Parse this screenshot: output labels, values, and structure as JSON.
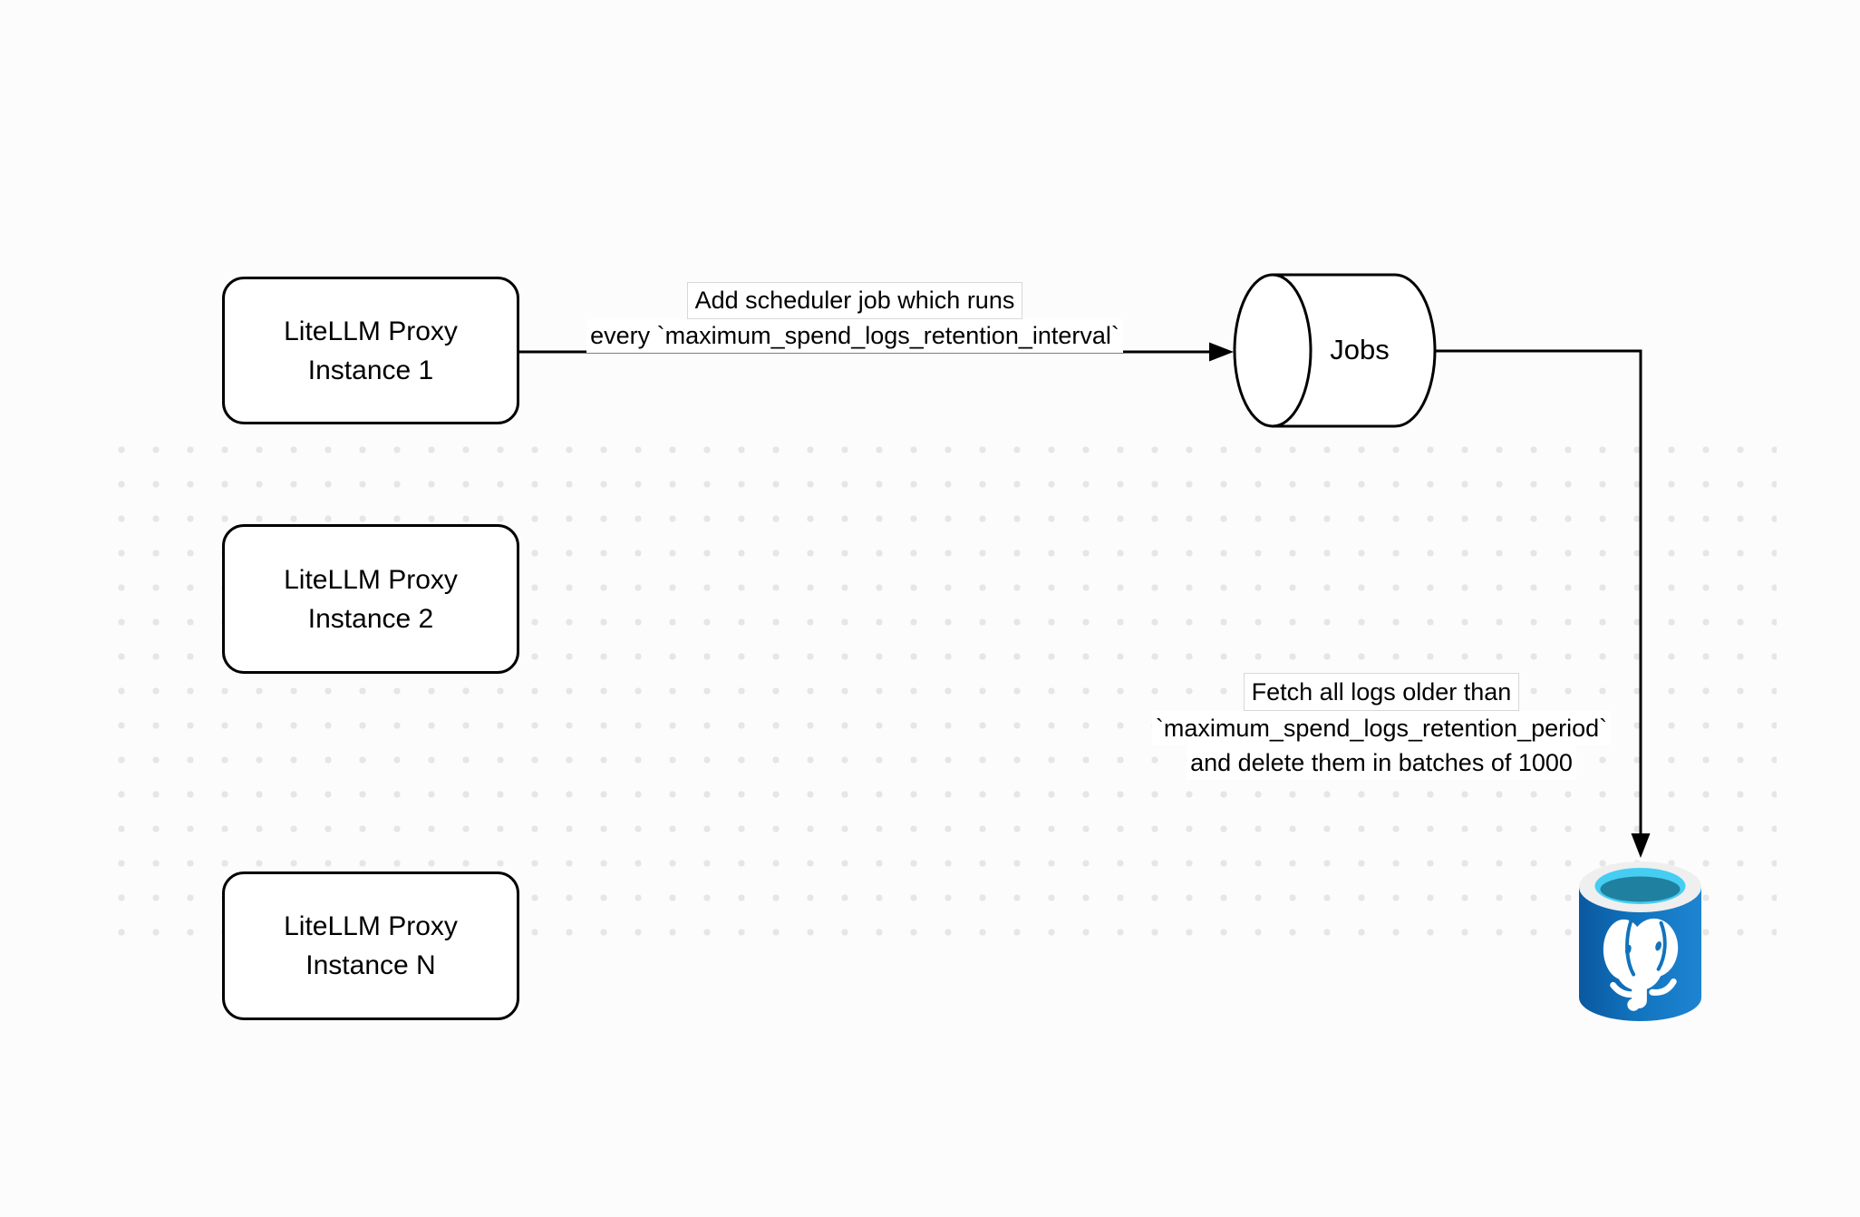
{
  "nodes": {
    "instance1": {
      "line1": "LiteLLM Proxy",
      "line2": "Instance 1"
    },
    "instance2": {
      "line1": "LiteLLM Proxy",
      "line2": "Instance 2"
    },
    "instanceN": {
      "line1": "LiteLLM Proxy",
      "line2": "Instance N"
    },
    "jobs": {
      "label": "Jobs"
    },
    "postgres": {
      "icon_name": "postgresql-database-icon"
    }
  },
  "edges": {
    "schedule": {
      "line1": "Add scheduler job which runs",
      "line2": "every `maximum_spend_logs_retention_interval`"
    },
    "fetch": {
      "line1": "Fetch all logs older than",
      "line2": "`maximum_spend_logs_retention_period`",
      "line3": "and delete them in batches of 1000"
    }
  },
  "colors": {
    "canvas_bg": "#fcfcfc",
    "grid_dot": "#e6e6e6",
    "shape_stroke": "#000000",
    "shape_fill": "#ffffff",
    "postgres_blue": "#1173bd",
    "postgres_blue_dark": "#0a58a0",
    "postgres_blue_light": "#1e84d2",
    "postgres_rim": "#efefef",
    "postgres_cyan": "#46cdf2",
    "postgres_teal": "#20809f"
  }
}
